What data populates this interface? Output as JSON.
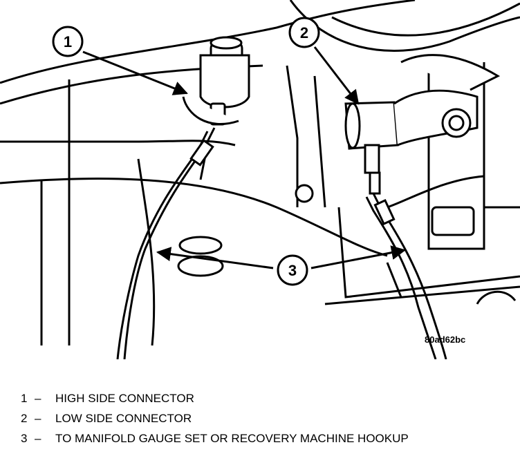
{
  "callouts": [
    {
      "number": "1"
    },
    {
      "number": "2"
    },
    {
      "number": "3"
    }
  ],
  "figure_id": "80ad62bc",
  "legend": [
    {
      "number": "1",
      "dash": "–",
      "text": "HIGH SIDE CONNECTOR"
    },
    {
      "number": "2",
      "dash": "–",
      "text": "LOW SIDE CONNECTOR"
    },
    {
      "number": "3",
      "dash": "–",
      "text": "TO MANIFOLD GAUGE SET OR RECOVERY MACHINE HOOKUP"
    }
  ]
}
